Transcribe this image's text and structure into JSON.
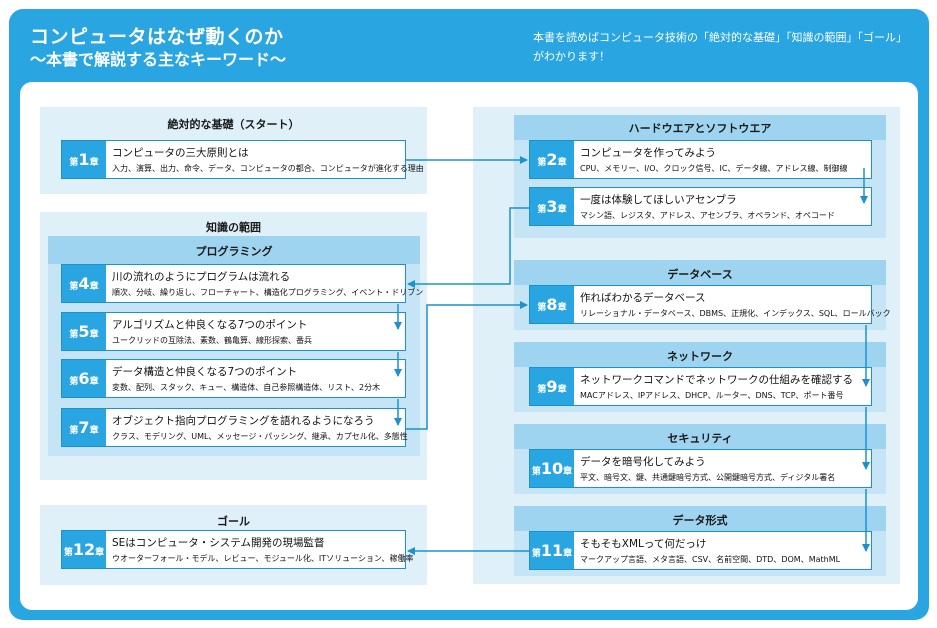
{
  "header": {
    "title": "コンピュータはなぜ動くのか",
    "subtitle": "〜本書で解説する主なキーワード〜",
    "intro": "本書を読めばコンピュータ技術の「絶対的な基礎」「知識の範囲」「ゴール」がわかります！"
  },
  "groups": {
    "start": "絶対的な基礎（スタート）",
    "knowledge": "知識の範囲",
    "programming": "プログラミング",
    "hardware": "ハードウエアとソフトウエア",
    "database": "データベース",
    "network": "ネットワーク",
    "security": "セキュリティ",
    "dataformat": "データ形式",
    "goal": "ゴール"
  },
  "chapters": {
    "c1": {
      "pre": "第",
      "num": "1",
      "suf": "章",
      "title": "コンピュータの三大原則とは",
      "keywords": "入力、演算、出力、命令、データ、コンピュータの都合、コンピュータが進化する理由"
    },
    "c2": {
      "pre": "第",
      "num": "2",
      "suf": "章",
      "title": "コンピュータを作ってみよう",
      "keywords": "CPU、メモリー、I/O、クロック信号、IC、データ線、アドレス線、制御線"
    },
    "c3": {
      "pre": "第",
      "num": "3",
      "suf": "章",
      "title": "一度は体験してほしいアセンブラ",
      "keywords": "マシン語、レジスタ、アドレス、アセンブラ、オペランド、オペコード"
    },
    "c4": {
      "pre": "第",
      "num": "4",
      "suf": "章",
      "title": "川の流れのようにプログラムは流れる",
      "keywords": "順次、分岐、繰り返し、フローチャート、構造化プログラミング、イベント・ドリブン"
    },
    "c5": {
      "pre": "第",
      "num": "5",
      "suf": "章",
      "title": "アルゴリズムと仲良くなる7つのポイント",
      "keywords": "ユークリッドの互除法、素数、鶴亀算、線形探索、番兵"
    },
    "c6": {
      "pre": "第",
      "num": "6",
      "suf": "章",
      "title": "データ構造と仲良くなる7つのポイント",
      "keywords": "変数、配列、スタック、キュー、構造体、自己参照構造体、リスト、2分木"
    },
    "c7": {
      "pre": "第",
      "num": "7",
      "suf": "章",
      "title": "オブジェクト指向プログラミングを語れるようになろう",
      "keywords": "クラス、モデリング、UML、メッセージ・パッシング、継承、カプセル化、多態性"
    },
    "c8": {
      "pre": "第",
      "num": "8",
      "suf": "章",
      "title": "作ればわかるデータベース",
      "keywords": "リレーショナル・データベース、DBMS、正規化、インデックス、SQL、ロールバック"
    },
    "c9": {
      "pre": "第",
      "num": "9",
      "suf": "章",
      "title": "ネットワークコマンドでネットワークの仕組みを確認する",
      "keywords": "MACアドレス、IPアドレス、DHCP、ルーター、DNS、TCP、ポート番号"
    },
    "c10": {
      "pre": "第",
      "num": "10",
      "suf": "章",
      "title": "データを暗号化してみよう",
      "keywords": "平文、暗号文、鍵、共通鍵暗号方式、公開鍵暗号方式、ディジタル署名"
    },
    "c11": {
      "pre": "第",
      "num": "11",
      "suf": "章",
      "title": "そもそもXMLって何だっけ",
      "keywords": "マークアップ言語、メタ言語、CSV、名前空間、DTD、DOM、MathML"
    },
    "c12": {
      "pre": "第",
      "num": "12",
      "suf": "章",
      "title": "SEはコンピュータ・システム開発の現場監督",
      "keywords": "ウオーターフォール・モデル、レビュー、モジュール化、ITソリューション、稼働率"
    }
  },
  "colors": {
    "accent": "#29a6e1",
    "outer": "#dff0f9",
    "mid": "#c5e5f6",
    "band": "#9fd4f0",
    "arrow": "#1b92cf"
  }
}
